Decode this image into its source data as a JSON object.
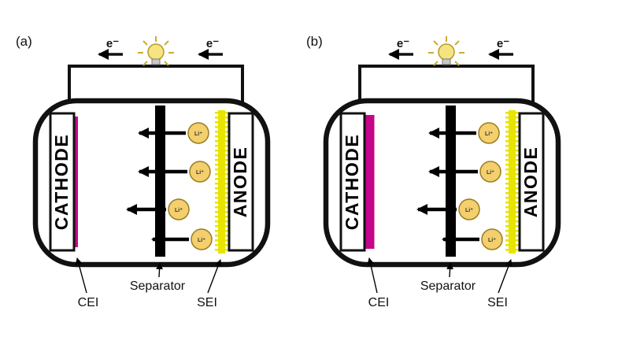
{
  "figure": {
    "colors": {
      "cei": "#c4068a",
      "sei": "#e8e400",
      "separator": "#000000",
      "ion_fill": "#f3cf6d",
      "bulb": "#f6e483",
      "wire": "#111111"
    },
    "panels": [
      {
        "label": "(a)",
        "cathode_label": "CATHODE",
        "anode_label": "ANODE",
        "electron_label_left": "e⁻",
        "electron_label_right": "e⁻",
        "ion_labels": [
          "Li⁺",
          "Li⁺",
          "Li⁺",
          "Li⁺"
        ],
        "cei_label": "CEI",
        "separator_label": "Separator",
        "sei_label": "SEI",
        "cei_thickness": "thin"
      },
      {
        "label": "(b)",
        "cathode_label": "CATHODE",
        "anode_label": "ANODE",
        "electron_label_left": "e⁻",
        "electron_label_right": "e⁻",
        "ion_labels": [
          "Li⁺",
          "Li⁺",
          "Li⁺",
          "Li⁺"
        ],
        "cei_label": "CEI",
        "separator_label": "Separator",
        "sei_label": "SEI",
        "cei_thickness": "thick"
      }
    ]
  }
}
